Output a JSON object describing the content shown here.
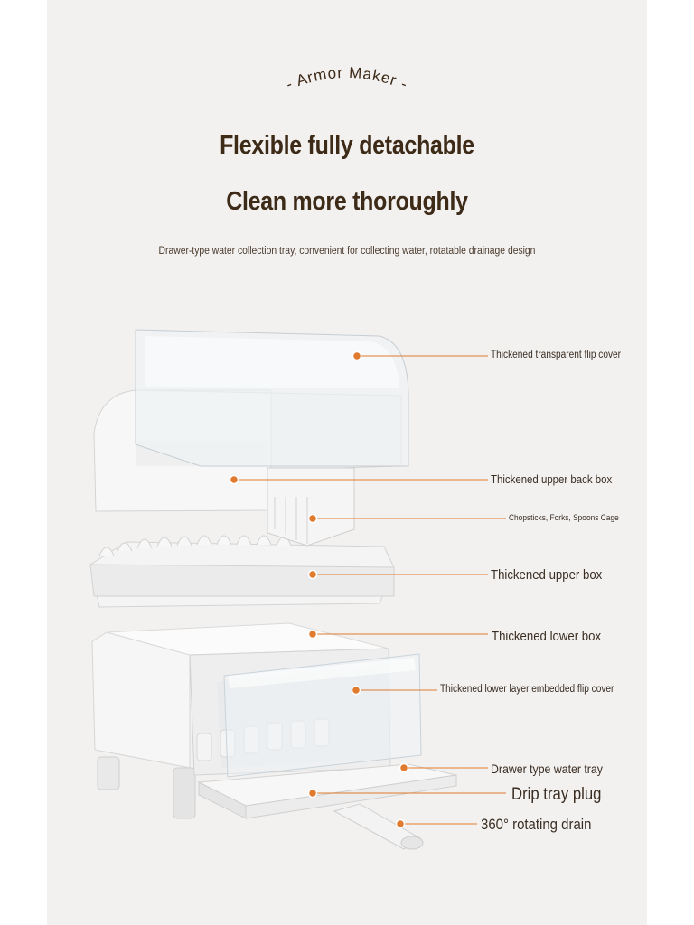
{
  "brand": "Armor Maker",
  "headline1": "Flexible fully detachable",
  "headline2": "Clean more thoroughly",
  "subtitle": "Drawer-type water collection tray, convenient for collecting water, rotatable drainage design",
  "callouts": [
    {
      "label": "Thickened transparent flip cover"
    },
    {
      "label": "Thickened upper back box"
    },
    {
      "label": "Chopsticks, Forks, Spoons Cage"
    },
    {
      "label": "Thickened upper box"
    },
    {
      "label": "Thickened lower box"
    },
    {
      "label": "Thickened lower layer embedded flip cover"
    },
    {
      "label": "Drawer type water tray"
    },
    {
      "label": "Drip tray plug"
    },
    {
      "label": "360° rotating drain"
    }
  ],
  "colors": {
    "accent": "#e07a2e",
    "text": "#3d2a17",
    "panel": "#f2f1f0"
  }
}
